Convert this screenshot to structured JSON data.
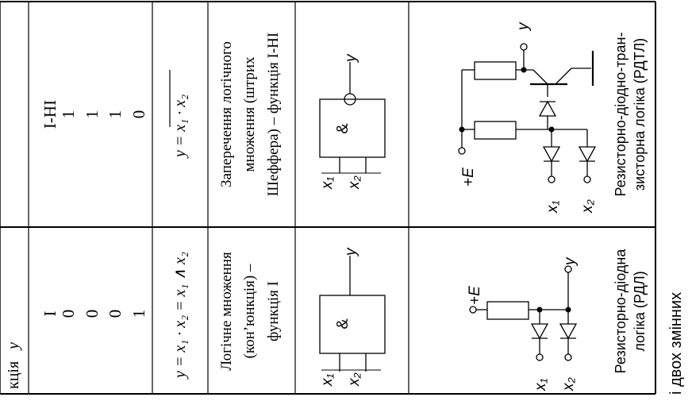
{
  "header": {
    "function_label": "кція",
    "function_var": "y"
  },
  "columns": [
    {
      "name": "I",
      "truth_values": [
        "0",
        "0",
        "0",
        "1"
      ],
      "formula": "y = x₁ · x₂ = x₁ ∧ x₂",
      "description": [
        "Логічне множення",
        "(кон’юнкція) –",
        "функція  I"
      ],
      "gate": {
        "symbol": "&",
        "input1": "x₁",
        "input2": "x₂",
        "output": "y",
        "inverted": false
      },
      "circuit_name": [
        "Резисторно-діодна",
        "логіка (РДЛ)"
      ],
      "circuit": {
        "supply": "+E",
        "output": "y",
        "input1": "x₁",
        "input2": "x₂"
      }
    },
    {
      "name": "I-НІ",
      "truth_values": [
        "1",
        "1",
        "1",
        "0"
      ],
      "formula_lhs": "y = ",
      "formula_rhs": "x₁ · x₂",
      "description": [
        "Заперечення логічного",
        "множення (штрих",
        "Шеффера) – функція I-НІ"
      ],
      "gate": {
        "symbol": "&",
        "input1": "x₁",
        "input2": "x₂",
        "output": "y",
        "inverted": true
      },
      "circuit_name": [
        "Резисторно-діодно-тран-",
        "зисторна логіка  (РДТЛ)"
      ],
      "circuit": {
        "supply": "+E",
        "output": "y",
        "input1": "x₁",
        "input2": "x₂"
      }
    }
  ],
  "caption": "і двох змінних"
}
